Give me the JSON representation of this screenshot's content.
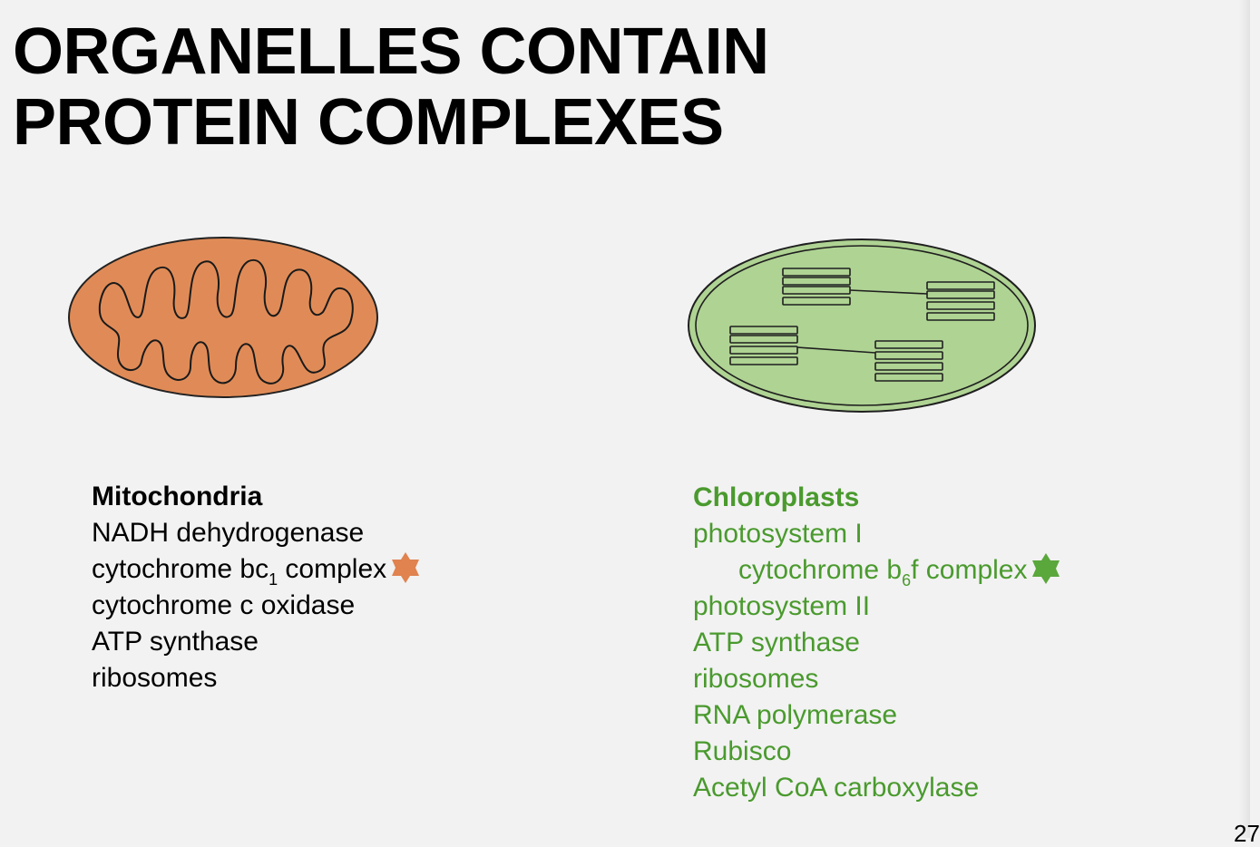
{
  "slide": {
    "title_line1": "ORGANELLES CONTAIN",
    "title_line2": "PROTEIN COMPLEXES",
    "page_number": "27"
  },
  "colors": {
    "mito_text": "#000000",
    "chloro_text": "#4a9a2e",
    "mito_fill": "#e08b57",
    "chloro_fill": "#afd393",
    "mito_star": "#e0834f",
    "chloro_star": "#5aa73c"
  },
  "icons": {
    "mito_marker": "orange-star-icon",
    "chloro_marker": "green-star-icon"
  },
  "mitochondria": {
    "heading": "Mitochondria",
    "item1": "NADH dehydrogenase",
    "item2_pre": "cytochrome bc",
    "item2_sub": "1",
    "item2_post": " complex",
    "item3": "cytochrome c oxidase",
    "item4": "ATP synthase",
    "item5": "ribosomes"
  },
  "chloroplasts": {
    "heading": "Chloroplasts",
    "item1": "photosystem I",
    "item2_pre": "cytochrome b",
    "item2_sub": "6",
    "item2_post": "f complex",
    "item3": "photosystem II",
    "item4": "ATP synthase",
    "item5": "ribosomes",
    "item6": "RNA polymerase",
    "item7": "Rubisco",
    "item8": "Acetyl CoA carboxylase"
  }
}
